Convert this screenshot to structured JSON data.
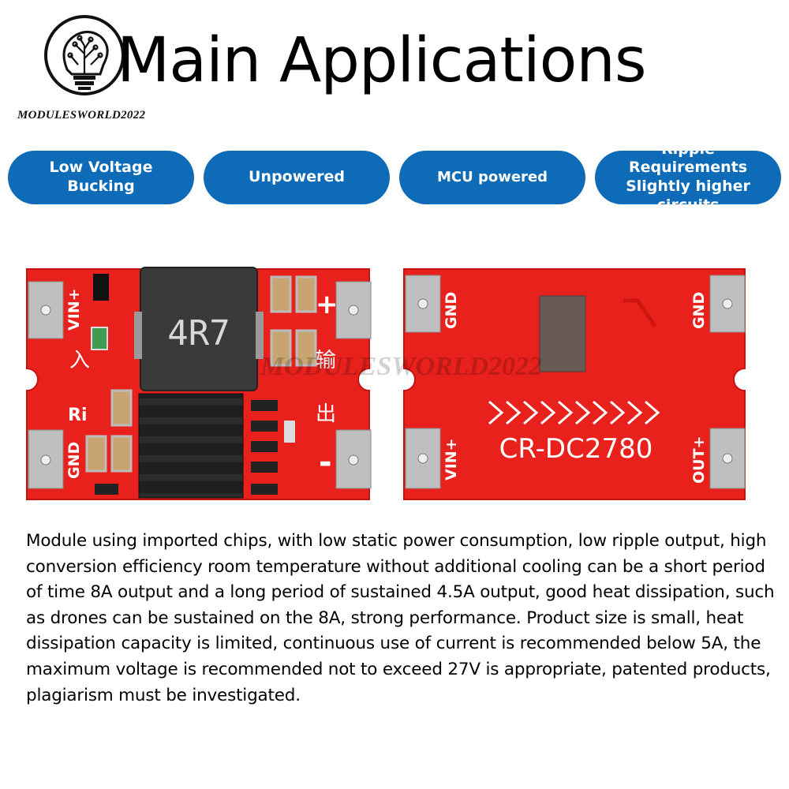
{
  "brand": {
    "name": "MODULESWORLD2022"
  },
  "page": {
    "title": "Main Applications"
  },
  "applications": [
    {
      "label": "Low Voltage Bucking"
    },
    {
      "label": "Unpowered"
    },
    {
      "label": "MCU powered"
    },
    {
      "label": "Ripple Requirements\nSlightly higher circuits"
    }
  ],
  "board_front": {
    "inductor_marking": "4R7",
    "labels": {
      "vin_plus": "VIN+",
      "gnd": "GND",
      "plus": "+",
      "minus": "-",
      "input_char": "入",
      "output_char_1": "输",
      "output_char_2": "出",
      "logo_mark": "Ri"
    }
  },
  "board_back": {
    "model": "CR-DC2780",
    "labels": {
      "gnd_left": "GND",
      "gnd_right": "GND",
      "vin_plus": "VIN+",
      "out_plus": "OUT+"
    }
  },
  "watermark": "MODULESWORLD2022",
  "description": "Module using imported chips, with low static power consumption, low ripple output, high conversion efficiency room temperature without additional cooling can be a short period of time 8A output and a long period of sustained 4.5A output, good heat dissipation, such as drones can be sustained on the 8A, strong performance. Product size is small, heat dissipation capacity is limited, continuous use of current is recommended below 5A, the maximum voltage is recommended not to exceed 27V is appropriate, patented products, plagiarism must be investigated.",
  "colors": {
    "pill_blue": "#0e6bb8",
    "pcb_red": "#e8211c",
    "heatsink": "#1c1c1c",
    "inductor": "#3a3a3a"
  }
}
